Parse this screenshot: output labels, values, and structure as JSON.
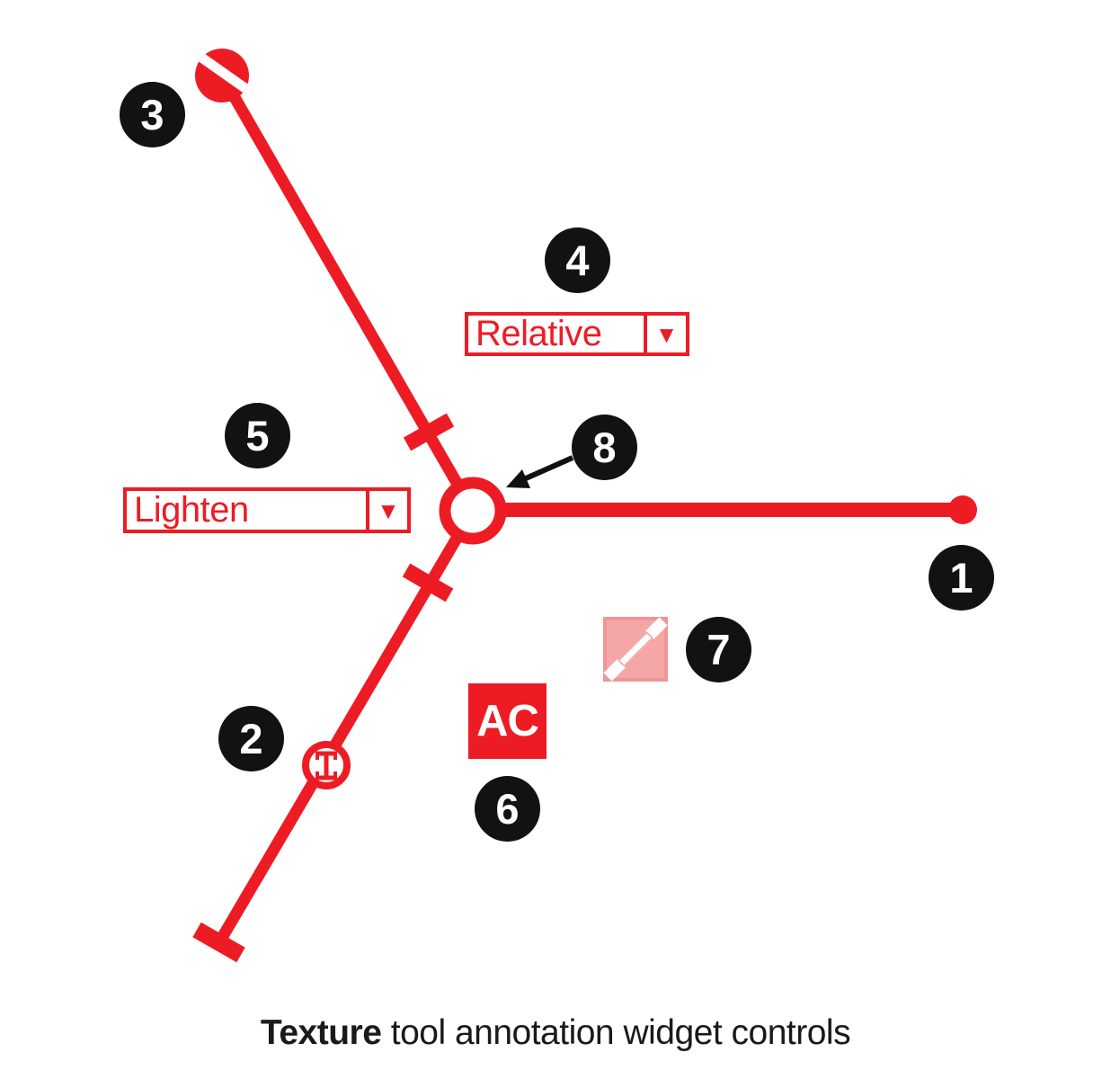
{
  "colors": {
    "accent_red": "#ED1C24",
    "swatch_pink": "#F5A7A7",
    "badge_black": "#121212",
    "caption_text": "#1A1A1A"
  },
  "callouts": [
    {
      "label": "1"
    },
    {
      "label": "2"
    },
    {
      "label": "3"
    },
    {
      "label": "4"
    },
    {
      "label": "5"
    },
    {
      "label": "6"
    },
    {
      "label": "7"
    },
    {
      "label": "8"
    }
  ],
  "controls": {
    "positioning_dropdown": {
      "value": "Relative"
    },
    "blend_mode_dropdown": {
      "value": "Lighten"
    },
    "auto_create_button": {
      "label": "AC"
    }
  },
  "icons": {
    "dropdown_arrow": "▼",
    "rotation_handle": "circle-with-diagonal-stripe",
    "width_handle": "circle-with-ibeam",
    "disabled_swatch": "slashed-circle-square",
    "callout_pointer": "black-arrow"
  },
  "caption": {
    "bold": "Texture",
    "rest": " tool annotation widget controls"
  }
}
